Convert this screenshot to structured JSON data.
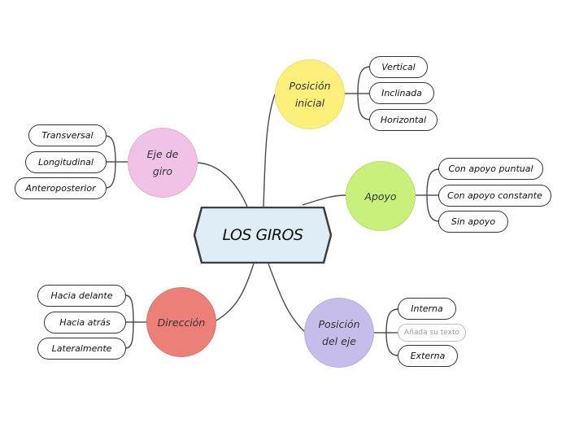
{
  "central": {
    "label": "LOS GIROS",
    "fill": "#dfeef6"
  },
  "branches": {
    "posicion_inicial": {
      "label_line1": "Posición",
      "label_line2": "inicial",
      "color": "#fdf07a",
      "items": [
        "Vertical",
        "Inclinada",
        "Horizontal"
      ]
    },
    "eje_de_giro": {
      "label_line1": "Eje de",
      "label_line2": "giro",
      "color": "#f0c2e6",
      "items": [
        "Transversal",
        "Longitudinal",
        "Anteroposterior"
      ]
    },
    "apoyo": {
      "label_line1": "Apoyo",
      "color": "#c8f07a",
      "items": [
        "Con apoyo puntual",
        "Con apoyo constante",
        "Sin apoyo"
      ]
    },
    "direccion": {
      "label_line1": "Dirección",
      "color": "#ec8078",
      "items": [
        "Hacia delante",
        "Hacia atrás",
        "Lateralmente"
      ]
    },
    "posicion_del_eje": {
      "label_line1": "Posición",
      "label_line2": "del eje",
      "color": "#c7bdea",
      "items": [
        "Interna",
        "Añada su texto",
        "Externa"
      ]
    }
  }
}
